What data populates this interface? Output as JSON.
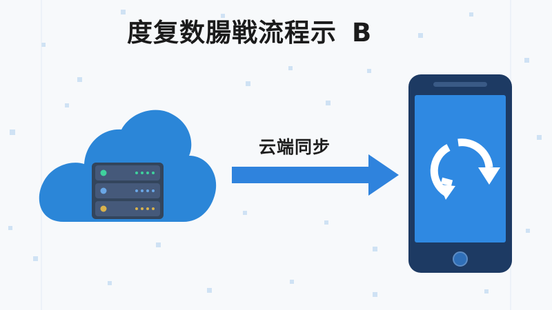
{
  "title": {
    "text": "度复数腸戦流程示",
    "tail": "B"
  },
  "arrow": {
    "label": "云端同步"
  },
  "colors": {
    "cloud": "#2b86d8",
    "server_rack": "#33455c",
    "server_panel": "#45597a",
    "led_green": "#3fd29e",
    "led_blue": "#6aa7e6",
    "led_amber": "#d9b24c",
    "arrow": "#2f83dd",
    "phone_body": "#1d3a63",
    "phone_screen": "#2f89e2",
    "sync_icon": "#ffffff",
    "background": "#f7f9fb"
  },
  "icons": {
    "cloud": "cloud-icon",
    "server": "server-stack-icon",
    "phone": "smartphone-icon",
    "sync": "sync-refresh-icon"
  }
}
